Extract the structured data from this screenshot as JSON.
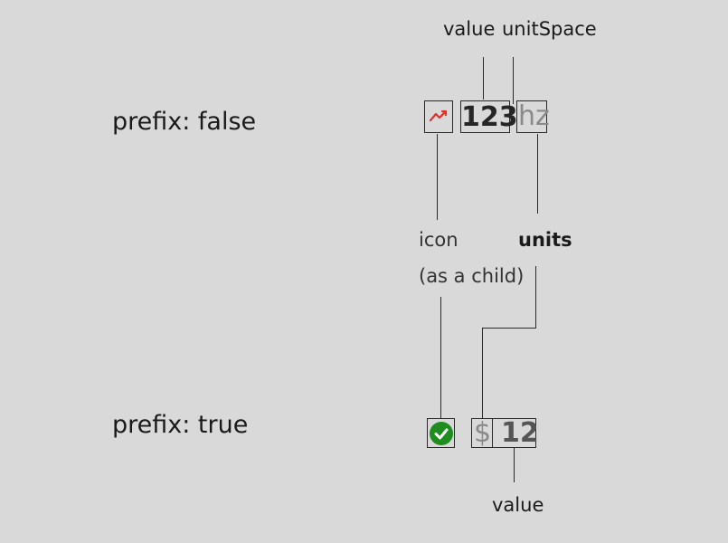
{
  "rows": {
    "top": {
      "label": "prefix:  false"
    },
    "bottom": {
      "label": "prefix: true"
    }
  },
  "top_example": {
    "value": "123",
    "units": "hz",
    "icon": "trending-up-icon"
  },
  "bottom_example": {
    "prefix_units": "$",
    "value": "12",
    "icon": "check-circle-icon"
  },
  "callouts": {
    "value_top": "value",
    "unit_space": "unitSpace",
    "icon": "icon",
    "icon_note": "(as a child)",
    "units": "units",
    "value_bottom": "value"
  },
  "colors": {
    "background": "#d9d9d9",
    "icon_red": "#e0302a",
    "check_green": "#1e8c1e",
    "unit_gray": "#8a8a8a"
  }
}
